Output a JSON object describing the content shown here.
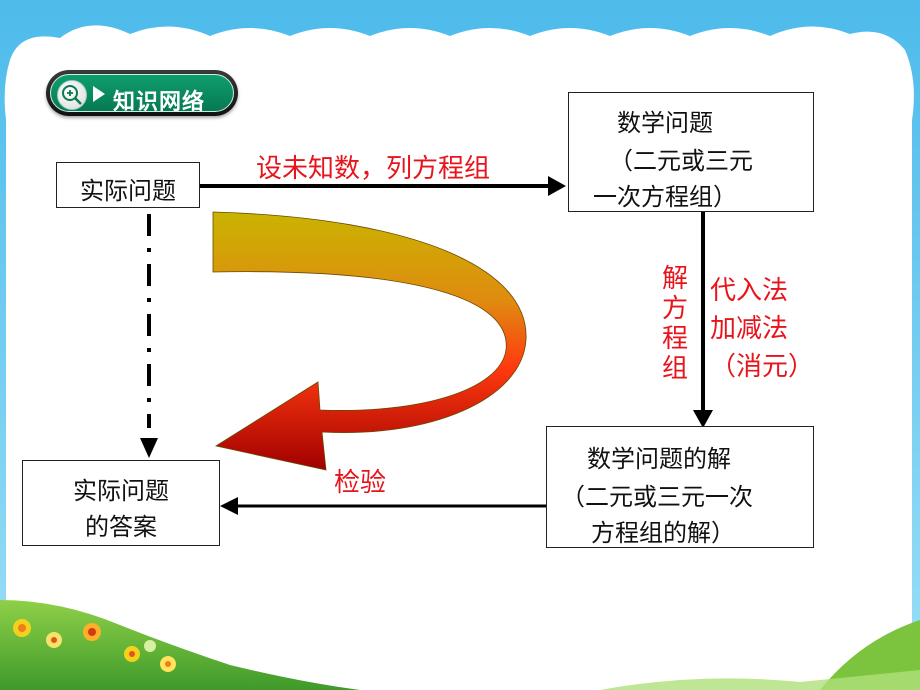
{
  "tag": {
    "title": "知识网络"
  },
  "nodes": {
    "real_problem": "实际问题",
    "math_problem": {
      "line1": "数学问题",
      "line2": "（二元或三元",
      "line3": "一次方程组）"
    },
    "math_solution": {
      "line1": "数学问题的解",
      "line2": "（二元或三元一次",
      "line3": "方程组的解）"
    },
    "real_answer": {
      "line1": "实际问题",
      "line2": "的答案"
    }
  },
  "labels": {
    "set_unknowns": "设未知数，列方程组",
    "solve": [
      "解",
      "方",
      "程",
      "组"
    ],
    "methods": [
      "代入法",
      "加减法",
      "（消元）"
    ],
    "check": "检验"
  },
  "colors": {
    "label_red": "#e8141c",
    "tag_green": "#0a8f60",
    "sky_top": "#5fc6ef",
    "grass_green": "#62b83a"
  }
}
